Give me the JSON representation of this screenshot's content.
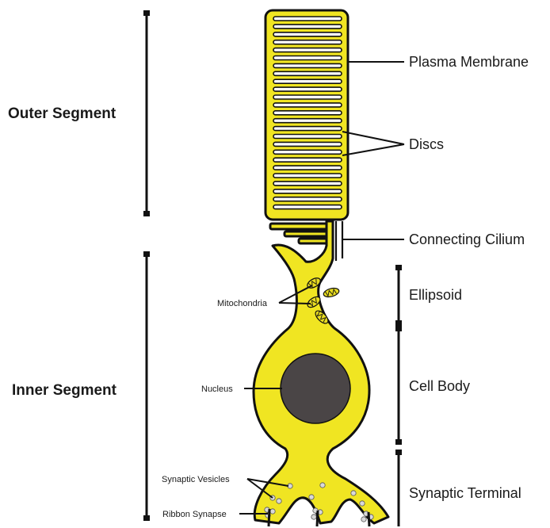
{
  "regions": {
    "outer_segment": "Outer Segment",
    "inner_segment": "Inner Segment"
  },
  "parts": {
    "plasma_membrane": "Plasma Membrane",
    "discs": "Discs",
    "connecting_cilium": "Connecting Cilium",
    "ellipsoid": "Ellipsoid",
    "cell_body": "Cell Body",
    "synaptic_terminal": "Synaptic Terminal"
  },
  "organelles": {
    "mitochondria": "Mitochondria",
    "nucleus": "Nucleus",
    "synaptic_vesicles": "Synaptic Vesicles",
    "ribbon_synapse": "Ribbon Synapse"
  },
  "colors": {
    "cell_fill": "#f0e522",
    "outline": "#111111",
    "nucleus": "#4a4546",
    "disc_fill": "#ffffff"
  }
}
